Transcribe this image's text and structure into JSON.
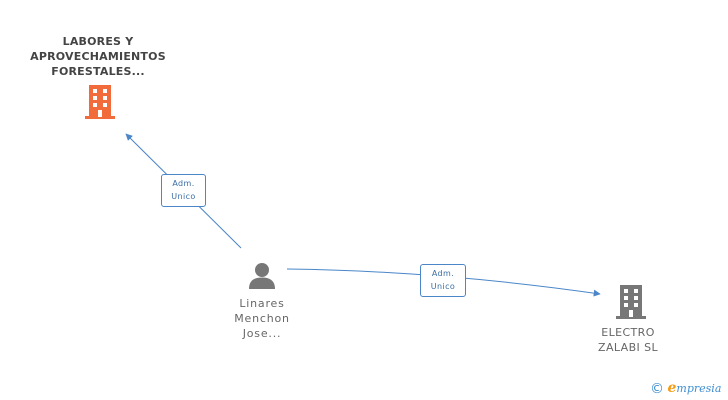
{
  "nodes": {
    "company_main": {
      "name_lines": [
        "LABORES Y",
        "APROVECHAMIENTOS",
        "FORESTALES..."
      ],
      "icon": "building-icon",
      "color": "#f26b3a"
    },
    "person": {
      "name_lines": [
        "Linares",
        "Menchon",
        "Jose..."
      ],
      "icon": "person-icon",
      "color": "#777777"
    },
    "company_2": {
      "name_lines": [
        "ELECTRO",
        "ZALABI SL"
      ],
      "icon": "building-icon",
      "color": "#777777"
    }
  },
  "edges": [
    {
      "from": "person",
      "to": "company_main",
      "label_lines": [
        "Adm.",
        "Unico"
      ],
      "color": "#4a86c8"
    },
    {
      "from": "person",
      "to": "company_2",
      "label_lines": [
        "Adm.",
        "Unico"
      ],
      "color": "#4a86c8"
    }
  ],
  "brand": {
    "copyright": "©",
    "initial": "e",
    "rest": "mpresia"
  }
}
